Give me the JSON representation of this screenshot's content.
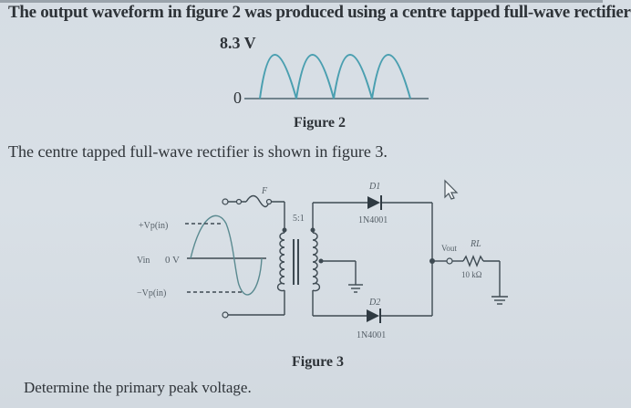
{
  "question": {
    "intro": "The output waveform in figure 2 was produced using a centre tapped full-wave rectifier",
    "context": "The centre tapped full-wave rectifier is shown in figure 3.",
    "task": "Determine the primary peak voltage."
  },
  "figure2": {
    "caption": "Figure 2",
    "peak_label": "8.3 V",
    "zero_label": "0",
    "waveform_color": "#4a9fb0",
    "humps": 4
  },
  "figure3": {
    "caption": "Figure 3",
    "input": {
      "vin_label": "Vin",
      "pos_peak_label": "+Vp(in)",
      "zero_label": "0 V",
      "neg_peak_label": "−Vp(in)"
    },
    "fuse_label": "F",
    "turns_ratio": "5:1",
    "diode1": {
      "name": "D1",
      "part": "1N4001"
    },
    "diode2": {
      "name": "D2",
      "part": "1N4001"
    },
    "vout_label": "Vout",
    "load": {
      "name": "RL",
      "value": "10 kΩ"
    }
  }
}
